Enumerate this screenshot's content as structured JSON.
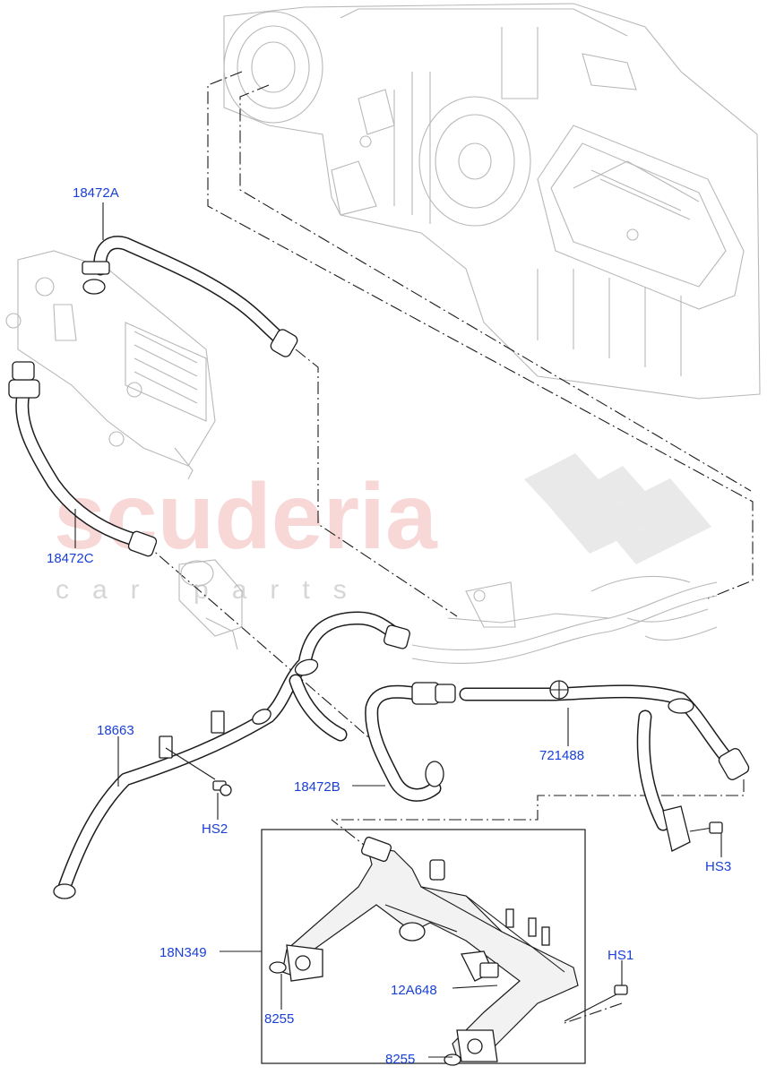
{
  "watermark": {
    "brand": "scuderia",
    "subtitle": "car parts"
  },
  "callouts": [
    {
      "id": "18472A",
      "text": "18472A"
    },
    {
      "id": "18472C",
      "text": "18472C"
    },
    {
      "id": "18663",
      "text": "18663"
    },
    {
      "id": "HS2",
      "text": "HS2"
    },
    {
      "id": "18472B",
      "text": "18472B"
    },
    {
      "id": "721488",
      "text": "721488"
    },
    {
      "id": "HS3",
      "text": "HS3"
    },
    {
      "id": "18N349",
      "text": "18N349"
    },
    {
      "id": "HS1",
      "text": "HS1"
    },
    {
      "id": "12A648",
      "text": "12A648"
    },
    {
      "id": "8255a",
      "text": "8255"
    },
    {
      "id": "8255b",
      "text": "8255"
    }
  ],
  "colors": {
    "callout_text": "#1a3fd6",
    "watermark_red": "#f3b8b8",
    "line": "#1c1c1c"
  }
}
